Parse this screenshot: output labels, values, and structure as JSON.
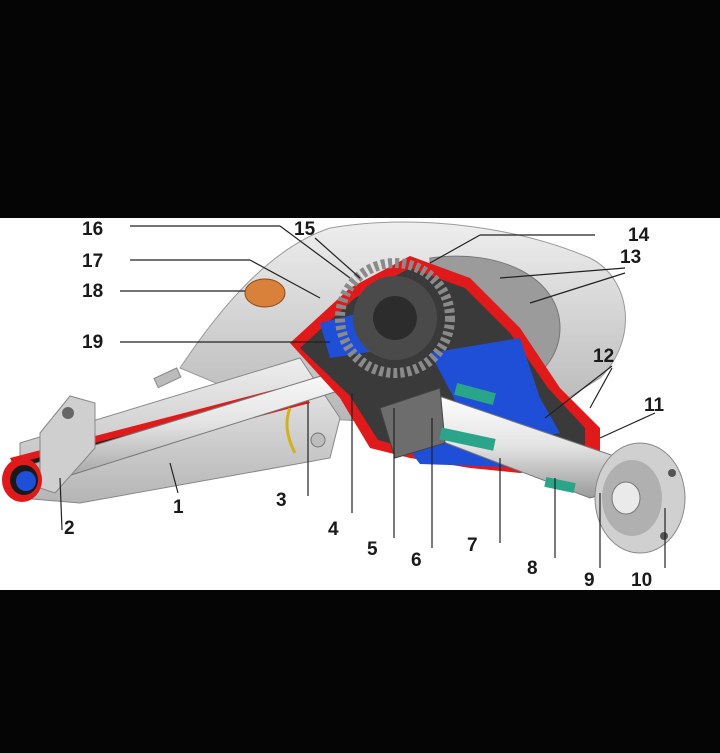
{
  "labels": {
    "l1": "1",
    "l2": "2",
    "l3": "3",
    "l4": "4",
    "l5": "5",
    "l6": "6",
    "l7": "7",
    "l8": "8",
    "l9": "9",
    "l10": "10",
    "l11": "11",
    "l12": "12",
    "l13": "13",
    "l14": "14",
    "l15": "15",
    "l16": "16",
    "l17": "17",
    "l18": "18",
    "l19": "19"
  },
  "colors": {
    "housing": "#dcdcdc",
    "housing_shadow": "#b8b8b8",
    "cutaway_red": "#e01a1a",
    "oil_blue": "#1f4fd6",
    "shaft_light": "#eeeeee",
    "gear_dark": "#555555",
    "bearing_green": "#2aa58a",
    "plug_orange": "#d9803a"
  }
}
